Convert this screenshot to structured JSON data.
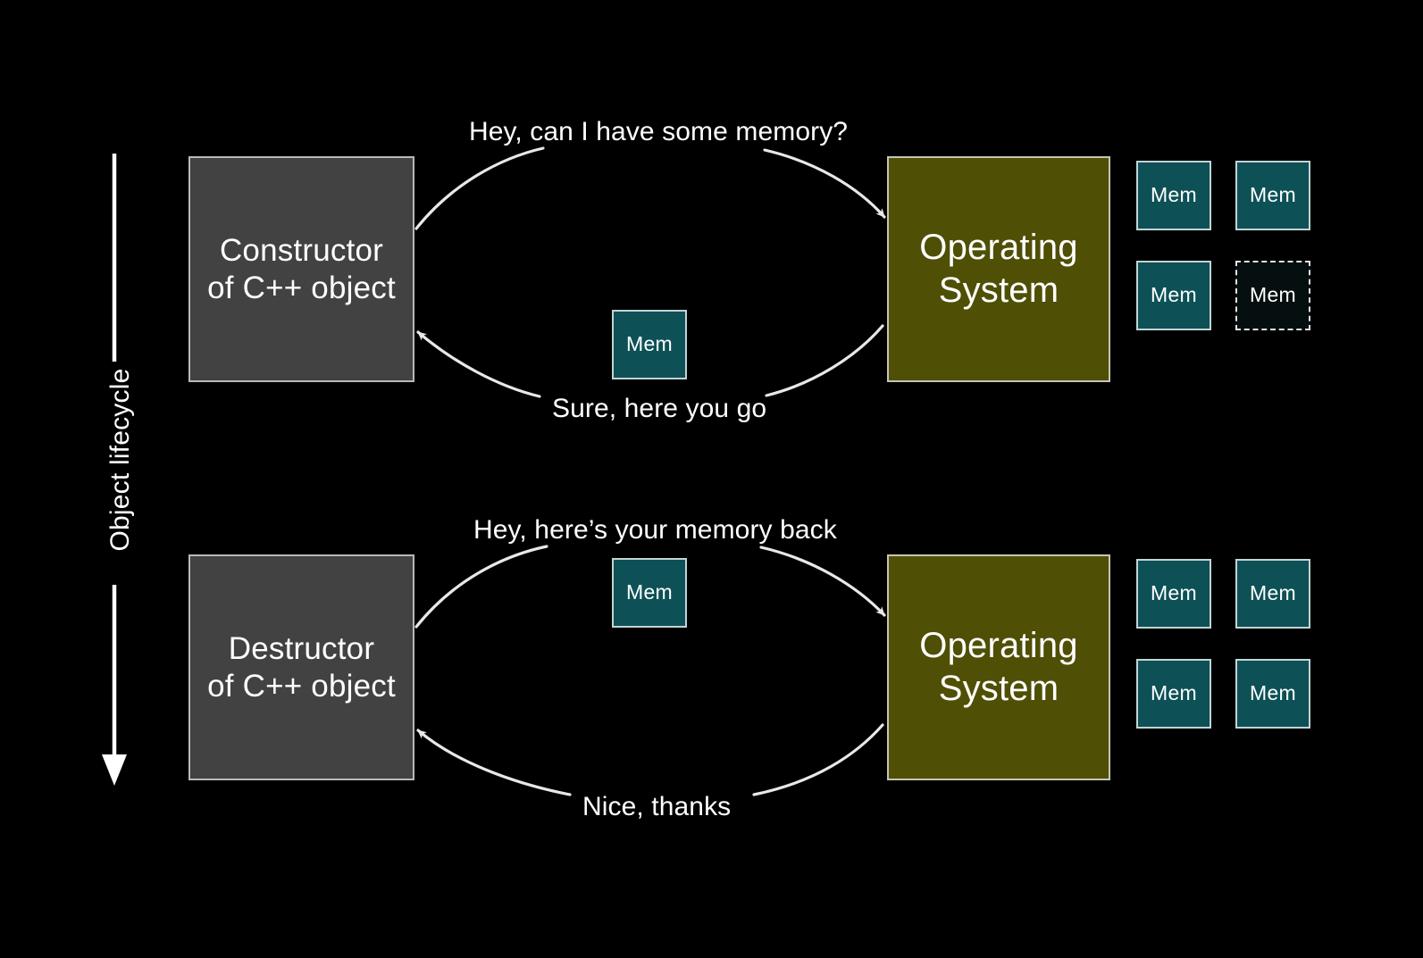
{
  "slide": {
    "background_color": "#000000",
    "title_text_color": "#ffffff"
  },
  "lifecycle_axis": {
    "label": "Object lifecycle",
    "direction": "downward",
    "arrow_color": "#ffffff"
  },
  "colors": {
    "actor_fill": "#424242",
    "actor_border": "#b9b9b9",
    "os_fill": "#4f4f06",
    "os_border": "#c6c6b4",
    "mem_fill": "#0d5157",
    "mem_border": "#c2d4d4",
    "mem_freed_fill": "#050f0f",
    "mem_freed_border": "#e2e2e2",
    "arrow": "#e8e8e8",
    "text": "#ffffff"
  },
  "phases": [
    {
      "id": "allocation",
      "actor": {
        "line1": "Constructor",
        "line2": "of C++ object"
      },
      "os": {
        "line1": "Operating",
        "line2": "System"
      },
      "request_label": "Hey, can I have some memory?",
      "response_label": "Sure, here you go",
      "transferred_block": {
        "label": "Mem"
      },
      "os_pool": [
        {
          "label": "Mem",
          "state": "allocated"
        },
        {
          "label": "Mem",
          "state": "allocated"
        },
        {
          "label": "Mem",
          "state": "allocated"
        },
        {
          "label": "Mem",
          "state": "freed"
        }
      ]
    },
    {
      "id": "deallocation",
      "actor": {
        "line1": "Destructor",
        "line2": "of C++ object"
      },
      "os": {
        "line1": "Operating",
        "line2": "System"
      },
      "request_label": "Hey, here’s your memory back",
      "response_label": "Nice, thanks",
      "transferred_block": {
        "label": "Mem"
      },
      "os_pool": [
        {
          "label": "Mem",
          "state": "allocated"
        },
        {
          "label": "Mem",
          "state": "allocated"
        },
        {
          "label": "Mem",
          "state": "allocated"
        },
        {
          "label": "Mem",
          "state": "allocated"
        }
      ]
    }
  ]
}
